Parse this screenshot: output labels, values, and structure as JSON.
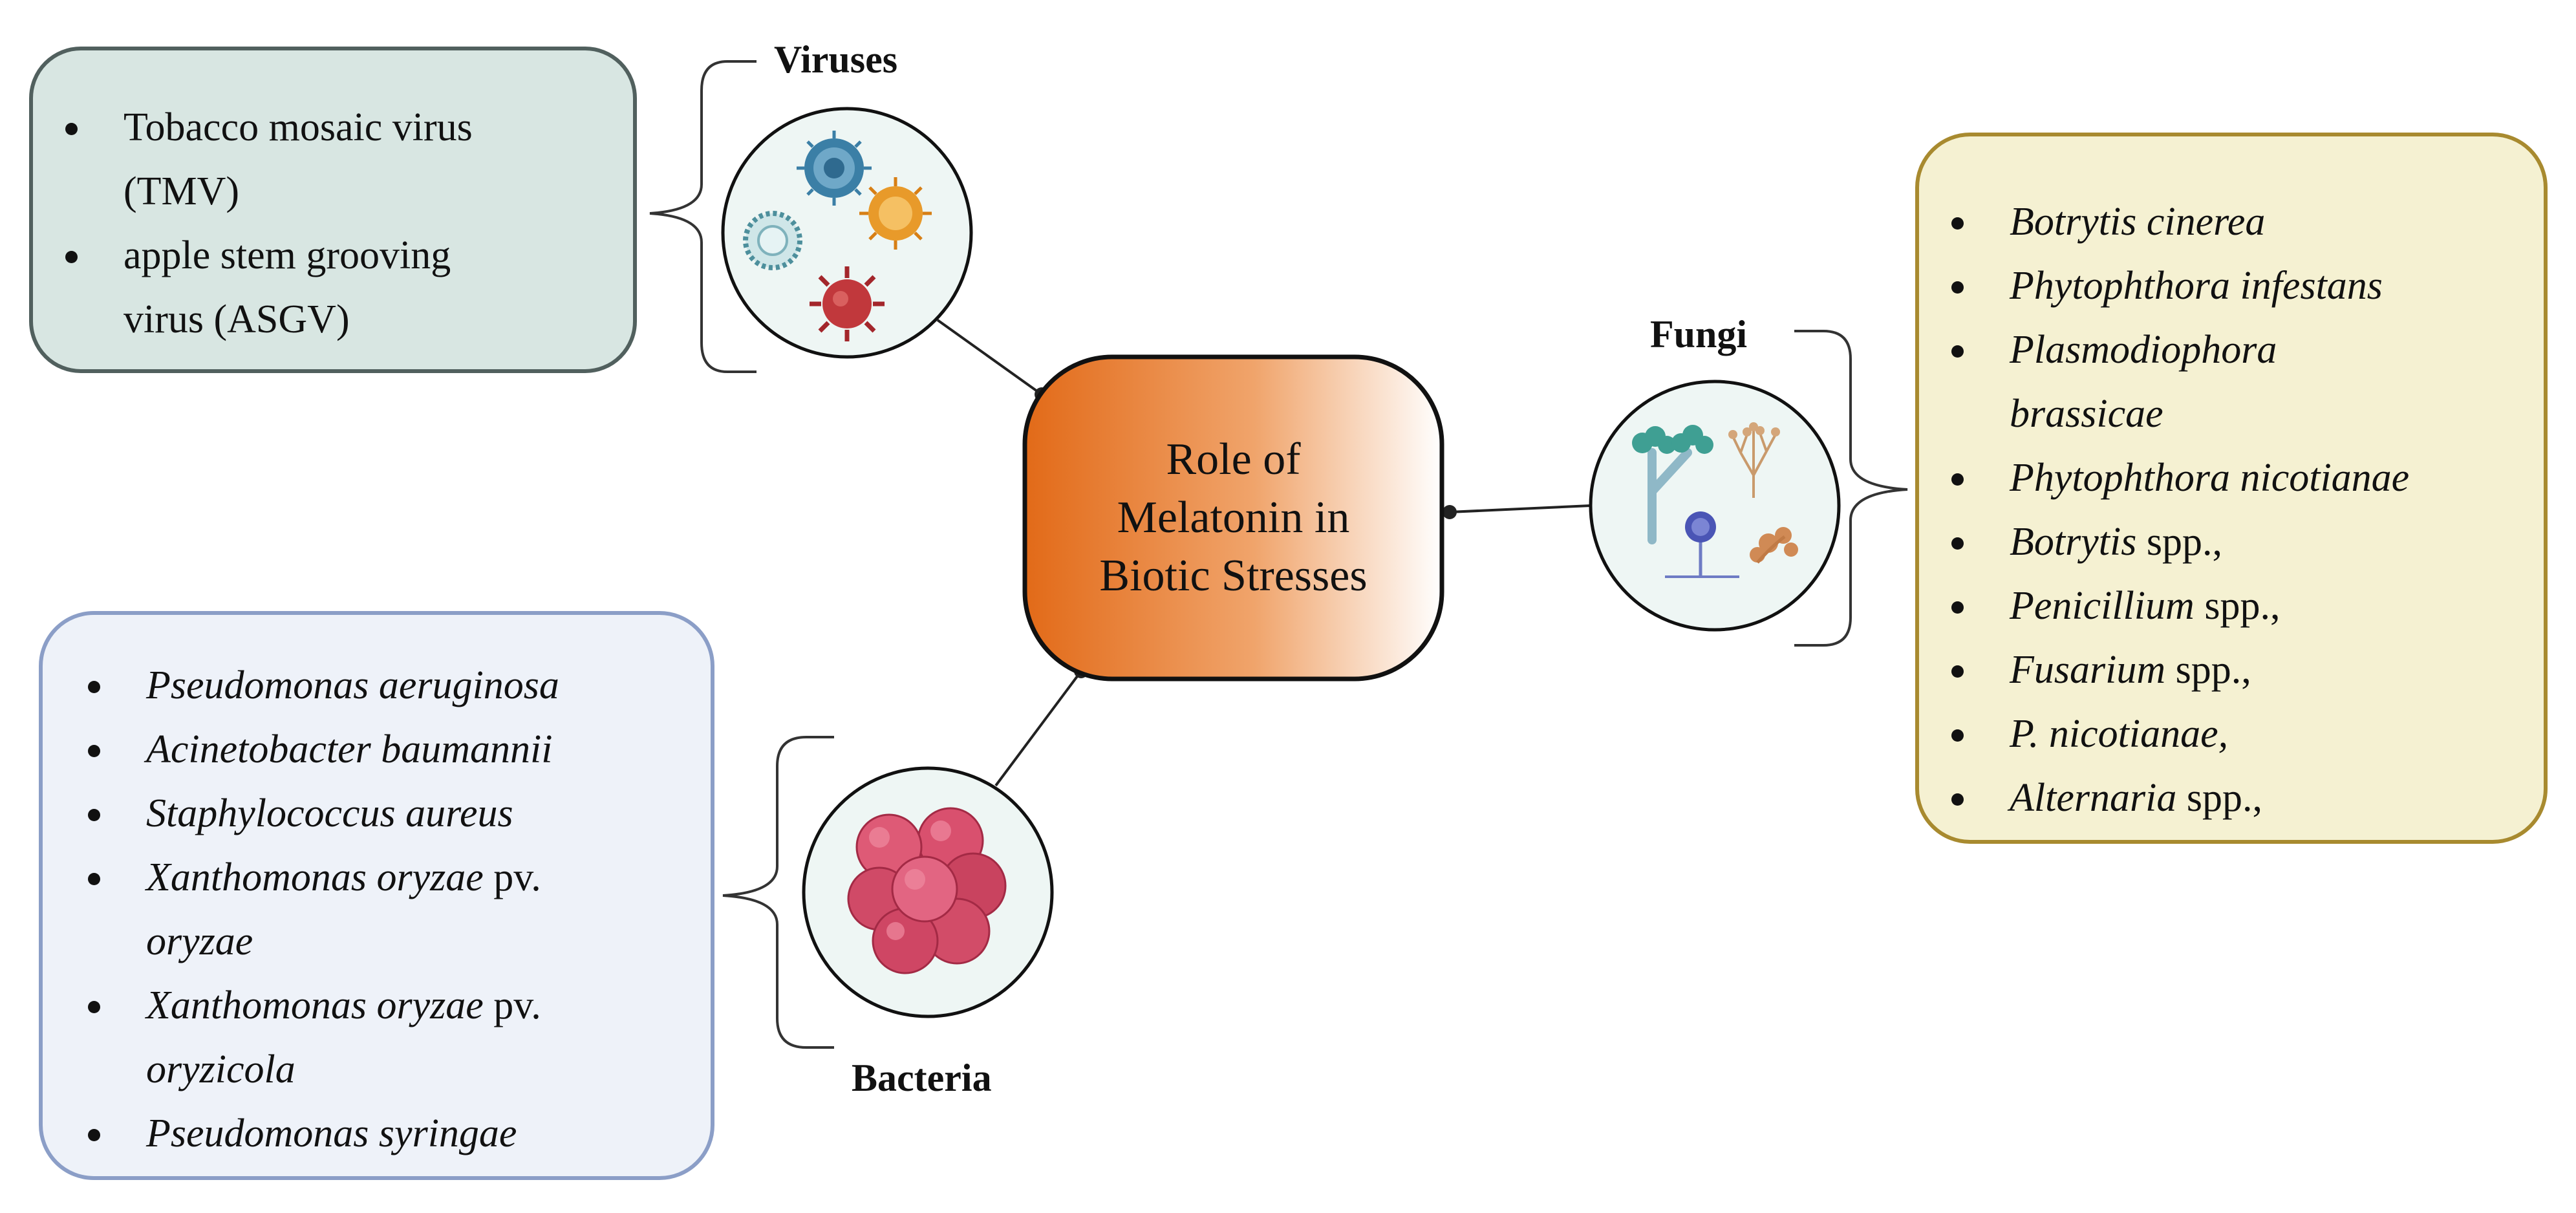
{
  "center": {
    "line1": "Role of",
    "line2": "Melatonin in",
    "line3": "Biotic Stresses",
    "gradient_start": "#e26a18",
    "gradient_end": "#ffffff"
  },
  "viruses": {
    "label": "Viruses",
    "items": [
      {
        "lines": [
          "Tobacco mosaic virus",
          "(TMV)"
        ]
      },
      {
        "lines": [
          "apple stem grooving",
          "virus (ASGV)"
        ]
      }
    ],
    "box_fill": "#d8e6e2",
    "box_border": "#51605e",
    "icon": "virus-particles-icon"
  },
  "fungi": {
    "label": "Fungi",
    "items": [
      {
        "it": "Botrytis cinerea",
        "rest": ""
      },
      {
        "it": "Phytophthora infestans",
        "rest": ""
      },
      {
        "it": "Plasmodiophora",
        "rest": ""
      },
      {
        "it": "brassicae",
        "rest": ""
      },
      {
        "it": "Phytophthora nicotianae",
        "rest": ""
      },
      {
        "it": "Botrytis",
        "rest": " spp.,"
      },
      {
        "it": "Penicillium",
        "rest": " spp.,"
      },
      {
        "it": "Fusarium",
        "rest": " spp.,"
      },
      {
        "it": "P. nicotianae,",
        "rest": ""
      },
      {
        "it": "Alternaria",
        "rest": " spp.,"
      }
    ],
    "box_fill": "#f5f1d2",
    "box_border": "#a88a2f",
    "icon": "fungi-hyphae-icon"
  },
  "bacteria": {
    "label": "Bacteria",
    "items": [
      {
        "it": "Pseudomonas aeruginosa",
        "rest": ""
      },
      {
        "it": "Acinetobacter baumannii",
        "rest": ""
      },
      {
        "it": "Staphylococcus aureus",
        "rest": ""
      },
      {
        "it": "Xanthomonas oryzae",
        "rest": " pv."
      },
      {
        "it": "oryzae",
        "rest": ""
      },
      {
        "it": "Xanthomonas oryzae",
        "rest": " pv."
      },
      {
        "it": "oryzicola",
        "rest": ""
      },
      {
        "it": "Pseudomonas syringae",
        "rest": ""
      }
    ],
    "box_fill": "#eef2f9",
    "box_border": "#8b9ec7",
    "icon": "bacteria-cluster-icon"
  }
}
